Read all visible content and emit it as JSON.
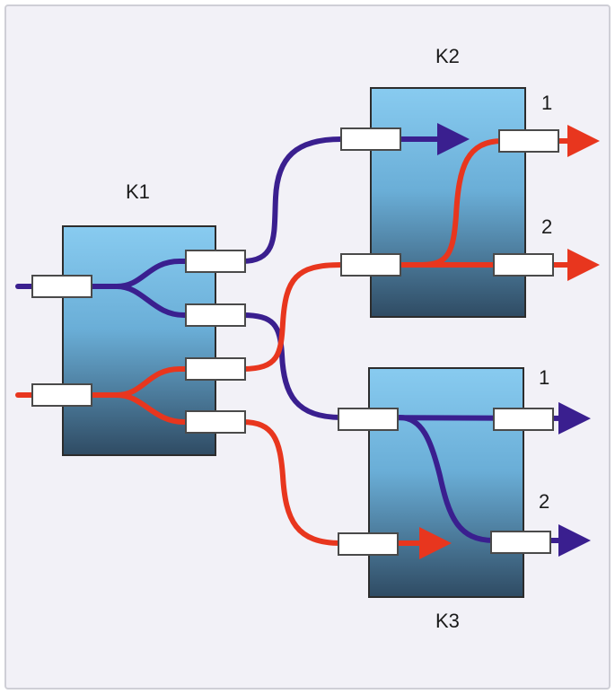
{
  "diagram": {
    "blocks": [
      {
        "id": "K1",
        "label": "K1"
      },
      {
        "id": "K2",
        "label": "K2"
      },
      {
        "id": "K3",
        "label": "K3"
      }
    ],
    "outputs": {
      "k2_out1": "1",
      "k2_out2": "2",
      "k3_out1": "1",
      "k3_out2": "2"
    },
    "colors": {
      "background": "#f2f1f7",
      "border": "#cfcfd6",
      "block_top": "#88cbf0",
      "block_bottom": "#2f4b63",
      "red_path": "#e8361e",
      "blue_path": "#3a1f8f",
      "port_fill": "#ffffff"
    }
  }
}
